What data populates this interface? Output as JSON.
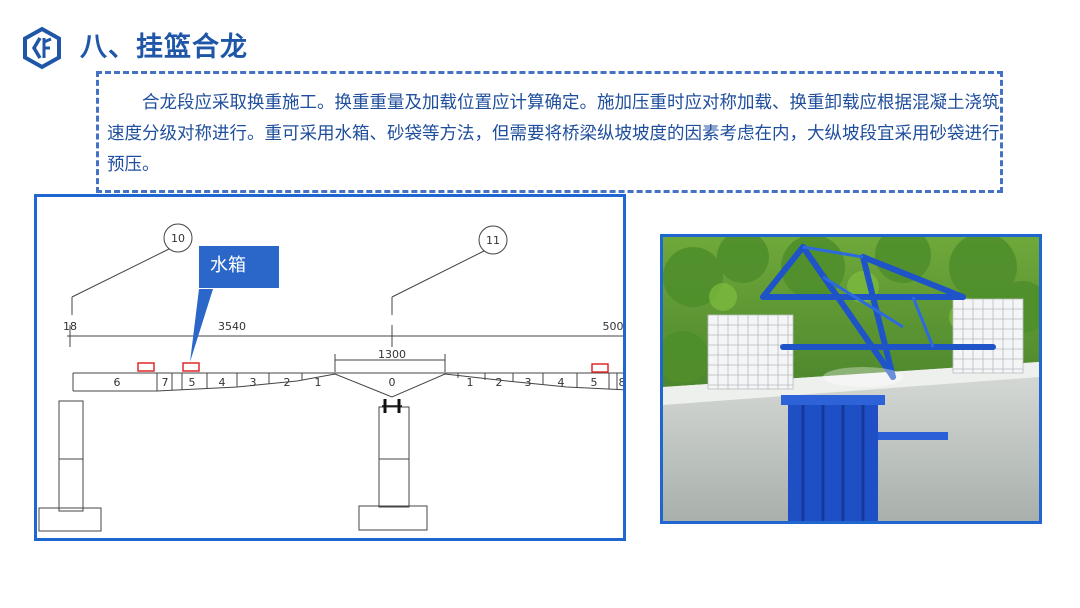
{
  "header": {
    "title": "八、挂篮合龙",
    "logo_icon": "brand-logo-icon"
  },
  "description": {
    "text": "合龙段应采取换重施工。换重重量及加载位置应计算确定。施加压重时应对称加载、换重卸载应根据混凝土浇筑速度分级对称进行。重可采用水箱、砂袋等方法，但需要将桥梁纵坡坡度的因素考虑在内，大纵坡段宜采用砂袋进行预压。"
  },
  "drawing": {
    "callout_label": "水箱",
    "pier_left_number": "10",
    "pier_right_number": "11",
    "dim_left": "18",
    "dim_main": "3540",
    "dim_right": "500",
    "dim_center": "1300",
    "segments_left": [
      "6",
      "7",
      "5",
      "4",
      "3",
      "2",
      "1"
    ],
    "segment_center": "0",
    "segments_right": [
      "1",
      "2",
      "3",
      "4",
      "5",
      "8"
    ]
  },
  "colors": {
    "title": "#1f56a8",
    "text": "#1f4e9c",
    "frame": "#1f66d1",
    "dashed_border": "#4472c4",
    "callout": "#2a67c9",
    "marker": "#e0292a"
  }
}
